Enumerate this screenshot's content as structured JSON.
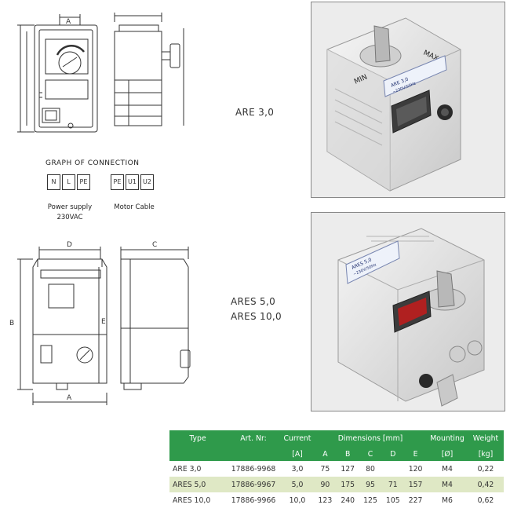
{
  "graph": {
    "title": "GRAPH OF CONNECTION",
    "power_terminals": [
      "N",
      "L",
      "PE"
    ],
    "motor_terminals": [
      "PE",
      "U1",
      "U2"
    ],
    "power_label_1": "Power supply",
    "power_label_2": "230VAC",
    "motor_label": "Motor Cable"
  },
  "drawing_small": {
    "dim_a": "A"
  },
  "drawing_large": {
    "dim_a": "A",
    "dim_b": "B",
    "dim_c": "C",
    "dim_d": "D",
    "dim_e": "E"
  },
  "product1": {
    "model": "ARE 3,0",
    "dial_min": "MIN",
    "dial_max": "MAX",
    "label_line1": "ARE 3,0",
    "label_line2": "~230V/50Hz"
  },
  "product2": {
    "model_line1": "ARES 5,0",
    "model_line2": "ARES 10,0",
    "label_line1": "ARES 5,0",
    "label_line2": "~230V/50Hz"
  },
  "table": {
    "headers": {
      "type": "Type",
      "art": "Art. Nr:",
      "current": "Current",
      "dimensions": "Dimensions [mm]",
      "mounting": "Mounting",
      "weight": "Weight"
    },
    "units": [
      "",
      "",
      "[A]",
      "A",
      "B",
      "C",
      "D",
      "E",
      "[Ø]",
      "[kg]"
    ],
    "rows": [
      {
        "type": "ARE 3,0",
        "art": "17886-9968",
        "current": "3,0",
        "a": "75",
        "b": "127",
        "c": "80",
        "d": "",
        "e": "120",
        "mount": "M4",
        "weight": "0,22"
      },
      {
        "type": "ARES 5,0",
        "art": "17886-9967",
        "current": "5,0",
        "a": "90",
        "b": "175",
        "c": "95",
        "d": "71",
        "e": "157",
        "mount": "M4",
        "weight": "0,42"
      },
      {
        "type": "ARES 10,0",
        "art": "17886-9966",
        "current": "10,0",
        "a": "123",
        "b": "240",
        "c": "125",
        "d": "105",
        "e": "227",
        "mount": "M6",
        "weight": "0,62"
      }
    ]
  }
}
